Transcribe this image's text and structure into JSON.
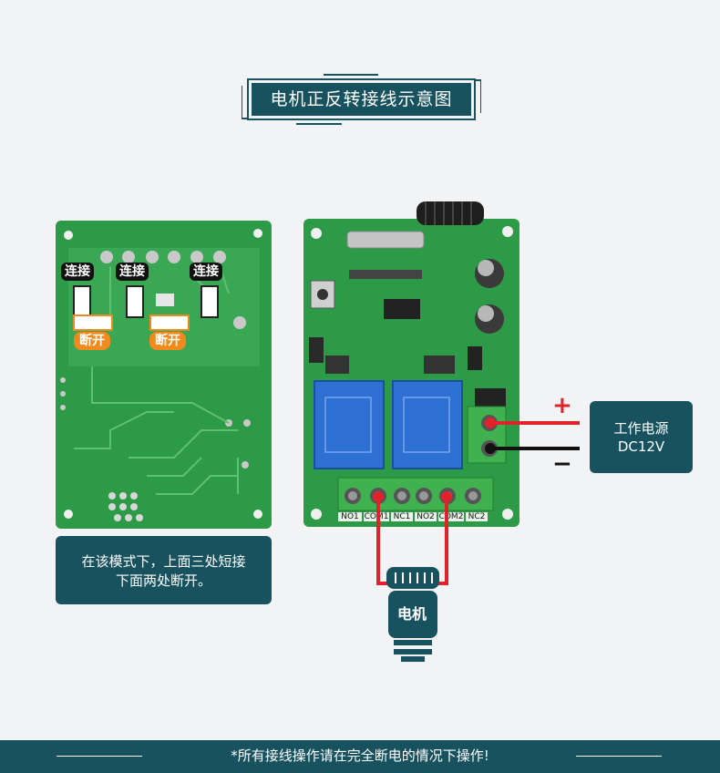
{
  "title": "电机正反转接线示意图",
  "left_board": {
    "tags": [
      "连接",
      "连接",
      "连接"
    ],
    "open_tags": [
      "断开",
      "断开"
    ]
  },
  "info": {
    "line1": "在该模式下，上面三处短接",
    "line2": "下面两处断开。"
  },
  "power": {
    "line1": "工作电源",
    "line2": "DC12V",
    "plus": "+",
    "minus": "−"
  },
  "terminals": [
    "NO1",
    "COM1",
    "NC1",
    "NO2",
    "COM2",
    "NC2"
  ],
  "motor": "电机",
  "footer": "*所有接线操作请在完全断电的情况下操作!",
  "colors": {
    "accent": "#17525e",
    "pcb": "#2d9a47",
    "relay": "#2e6fd4",
    "wire_red": "#e0232a",
    "tag_orange": "#f08a1c"
  }
}
